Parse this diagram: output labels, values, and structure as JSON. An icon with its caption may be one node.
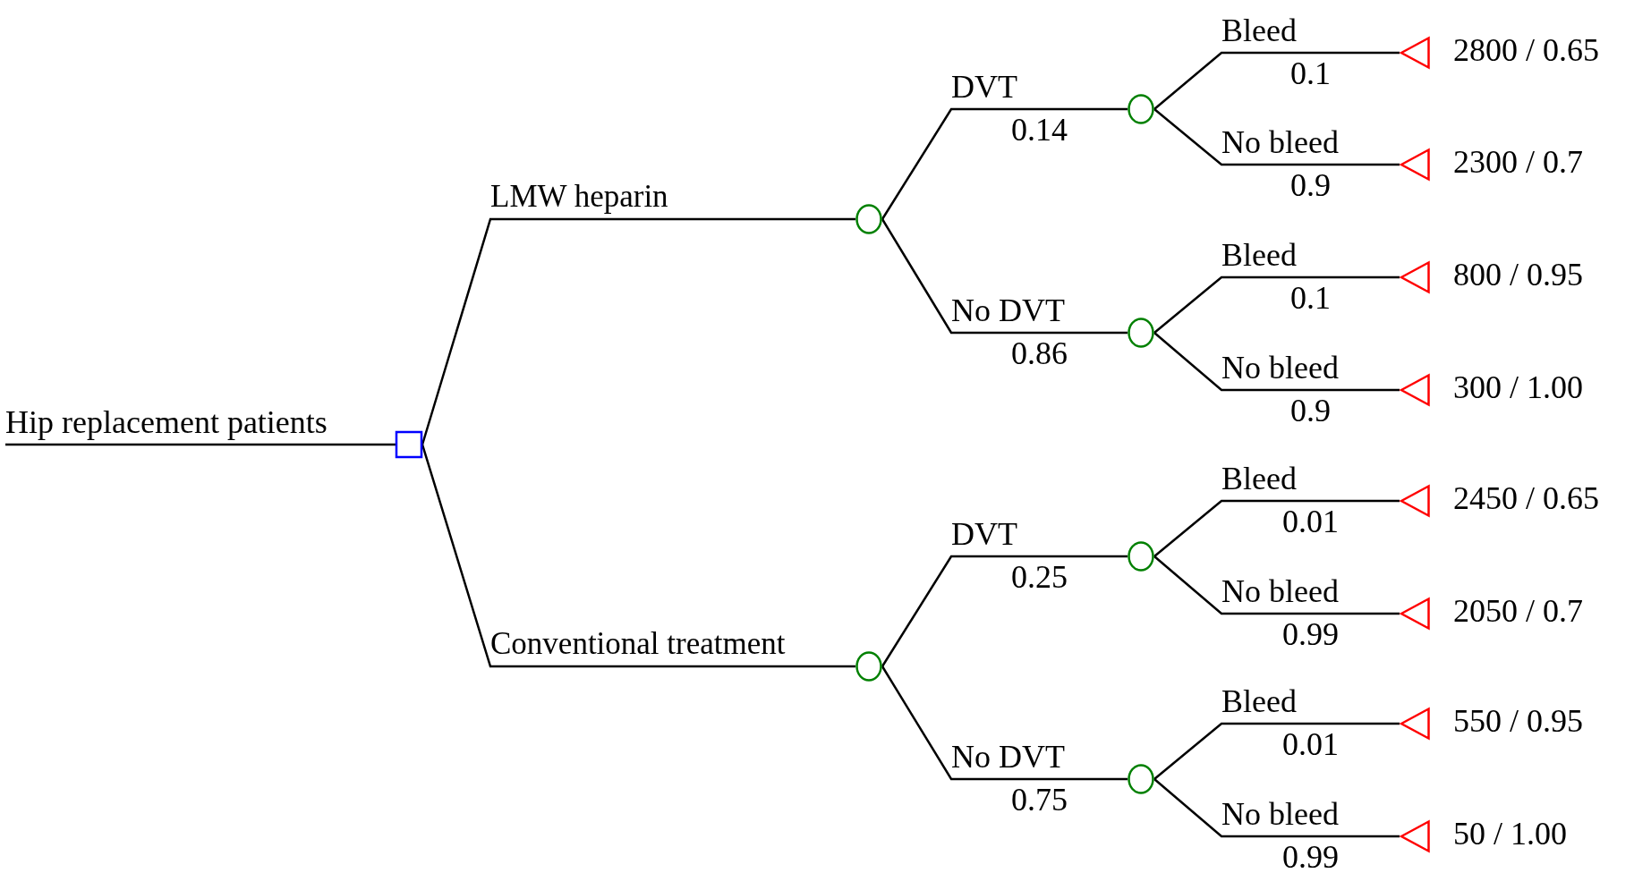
{
  "diagram": {
    "nodes": [
      {
        "text": [],
        "shape": "box"
      },
      {
        "text": [],
        "shape": "circle"
      },
      {
        "text": [],
        "shape": "circle"
      },
      {
        "text": [],
        "shape": "circle"
      },
      {
        "text": [],
        "shape": "circle"
      },
      {
        "text": [],
        "shape": "circle"
      },
      {
        "text": [],
        "shape": "circle"
      },
      {
        "text": [],
        "shape": "triangle",
        "beside": [
          "2800 / 0.65"
        ]
      },
      {
        "text": [],
        "shape": "triangle",
        "beside": [
          "2300 / 0.7"
        ]
      },
      {
        "text": [],
        "shape": "triangle",
        "beside": [
          "800 / 0.95"
        ]
      },
      {
        "text": [],
        "shape": "triangle",
        "beside": [
          "300 / 1.00"
        ]
      },
      {
        "text": [],
        "shape": "triangle",
        "beside": [
          "2450 / 0.65"
        ]
      },
      {
        "text": [],
        "shape": "triangle",
        "beside": [
          "2050 / 0.7"
        ]
      },
      {
        "text": [],
        "shape": "triangle",
        "beside": [
          "550 / 0.95"
        ]
      },
      {
        "text": [],
        "shape": "triangle",
        "beside": [
          "50 / 1.00"
        ]
      }
    ],
    "edges": [
      {
        "from": null,
        "to": 0,
        "arrow": "none",
        "label": "Hip replacement patients"
      },
      {
        "from": 0,
        "to": 1,
        "arrow": "none",
        "label": "LMW heparin"
      },
      {
        "from": 0,
        "to": 2,
        "arrow": "none",
        "label": "Conventional treatment"
      },
      {
        "from": 1,
        "to": 3,
        "arrow": "none",
        "label": "DVT"
      },
      {
        "from": 1,
        "to": 4,
        "arrow": "none",
        "label": "No DVT"
      },
      {
        "from": 2,
        "to": 5,
        "arrow": "none",
        "label": "DVT"
      },
      {
        "from": 2,
        "to": 6,
        "arrow": "none",
        "label": "No DVT"
      },
      {
        "from": 3,
        "to": 7,
        "arrow": "none",
        "label": "Bleed"
      },
      {
        "from": 3,
        "to": 8,
        "arrow": "none",
        "label": "No bleed"
      },
      {
        "from": 4,
        "to": 9,
        "arrow": "none",
        "label": "Bleed"
      },
      {
        "from": 4,
        "to": 10,
        "arrow": "none",
        "label": "No bleed"
      },
      {
        "from": 5,
        "to": 11,
        "arrow": "none",
        "label": "Bleed"
      },
      {
        "from": 5,
        "to": 12,
        "arrow": "none",
        "label": "No bleed"
      },
      {
        "from": 6,
        "to": 13,
        "arrow": "none",
        "label": "Bleed"
      },
      {
        "from": 6,
        "to": 14,
        "arrow": "none",
        "label": "No bleed"
      }
    ],
    "labels": [
      "0.14",
      "0.86",
      "0.25",
      "0.75",
      "0.1",
      "0.9",
      "0.1",
      "0.9",
      "0.01",
      "0.99",
      "0.01",
      "0.99"
    ]
  }
}
